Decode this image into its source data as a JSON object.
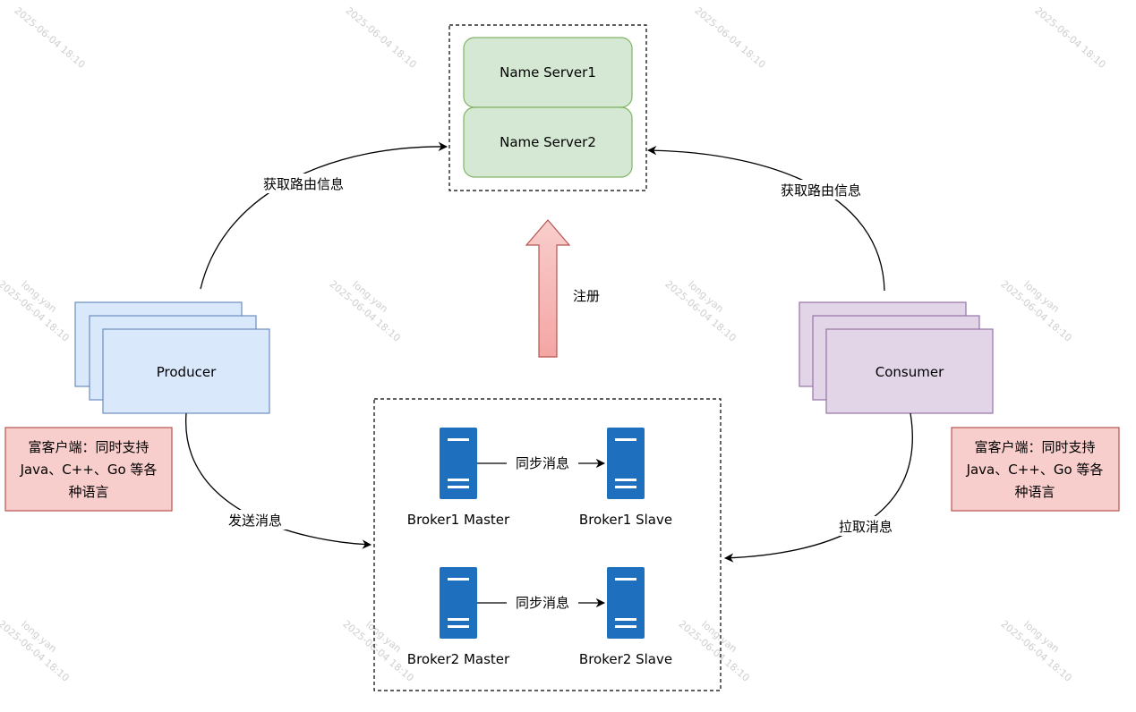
{
  "name_servers": {
    "server1": "Name Server1",
    "server2": "Name Server2"
  },
  "producer": {
    "label": "Producer",
    "note_lines": [
      "富客户端：同时支持",
      "Java、C++、Go 等各",
      "种语言"
    ]
  },
  "consumer": {
    "label": "Consumer",
    "note_lines": [
      "富客户端：同时支持",
      "Java、C++、Go 等各",
      "种语言"
    ]
  },
  "edges": {
    "producer_route": "获取路由信息",
    "consumer_route": "获取路由信息",
    "register": "注册",
    "send": "发送消息",
    "pull": "拉取消息"
  },
  "brokers": {
    "broker1_master": "Broker1 Master",
    "broker1_slave": "Broker1 Slave",
    "broker2_master": "Broker2 Master",
    "broker2_slave": "Broker2 Slave",
    "sync_label_1": "同步消息",
    "sync_label_2": "同步消息"
  },
  "watermark": {
    "line1": "long.yan",
    "line2": "2025-06-04 18:10"
  },
  "colors": {
    "name_server_fill": "#d5e8d4",
    "name_server_stroke": "#82b366",
    "producer_fill": "#dae8fc",
    "producer_stroke": "#6c8ebf",
    "consumer_fill": "#e1d5e7",
    "consumer_stroke": "#9673a6",
    "note_fill": "#f8cecc",
    "note_stroke": "#b85450",
    "server_icon": "#1f6fbf",
    "arrow_fill": "#f8cecc",
    "arrow_stroke": "#b85450"
  }
}
